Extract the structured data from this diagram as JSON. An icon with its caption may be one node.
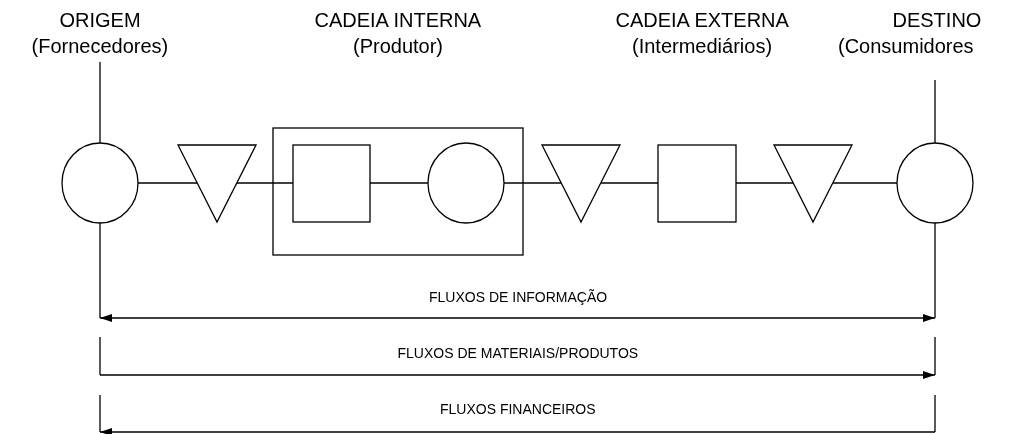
{
  "diagram": {
    "nodes": [
      {
        "text": [],
        "shape": "circle"
      },
      {
        "text": [],
        "shape": "triangle"
      },
      {
        "text": [],
        "shape": "box"
      },
      {
        "text": [],
        "shape": "box",
        "in": 2
      },
      {
        "text": [],
        "shape": "circle",
        "in": 2
      },
      {
        "text": [],
        "shape": "triangle"
      },
      {
        "text": [],
        "shape": "box"
      },
      {
        "text": [],
        "shape": "triangle"
      },
      {
        "text": [],
        "shape": "circle"
      }
    ],
    "edges": [
      {
        "from": 0,
        "to": 1,
        "arrow": "none"
      },
      {
        "from": 1,
        "to": 3,
        "arrow": "none"
      },
      {
        "from": 3,
        "to": 4,
        "arrow": "none"
      },
      {
        "from": 4,
        "to": 5,
        "arrow": "none"
      },
      {
        "from": 5,
        "to": 6,
        "arrow": "none"
      },
      {
        "from": 6,
        "to": 7,
        "arrow": "none"
      },
      {
        "from": 7,
        "to": 8,
        "arrow": "none"
      }
    ],
    "labels": [
      "ORIGEM",
      "(Fornecedores)",
      "CADEIA INTERNA",
      "(Produtor)",
      "CADEIA EXTERNA",
      "(Intermediários)",
      "DESTINO",
      "(Consumidores",
      "FLUXOS DE INFORMAÇÃO",
      "FLUXOS DE MATERIAIS/PRODUTOS",
      "FLUXOS FINANCEIROS"
    ]
  }
}
